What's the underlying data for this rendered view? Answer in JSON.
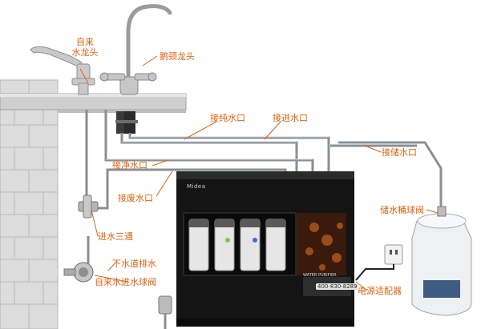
{
  "labels": {
    "tap": "自来\n水龙头",
    "gooseneck": "鹅颈龙头",
    "pure_water_port": "接纯水口",
    "inlet_port": "接进水口",
    "clean_water_port": "接净水口",
    "storage_port": "接储水口",
    "waste_port": "接废水口",
    "tank_valve": "储水桶球阀",
    "tee": "进水三通",
    "drain": "下水道排水",
    "inlet_valve": "自来水进水球阀",
    "adapter": "电源适配器"
  },
  "purifier": {
    "brand": "Midea",
    "model_text": "WATER PURIFIER",
    "hotline": "400-830-8289"
  },
  "colors": {
    "label": "#e0620f",
    "leader_line": "#e0620f",
    "pipe": "#8a8f96",
    "purifier_body": "#141414",
    "wall": "#d9d9d9",
    "tank": "#eef0f1"
  }
}
